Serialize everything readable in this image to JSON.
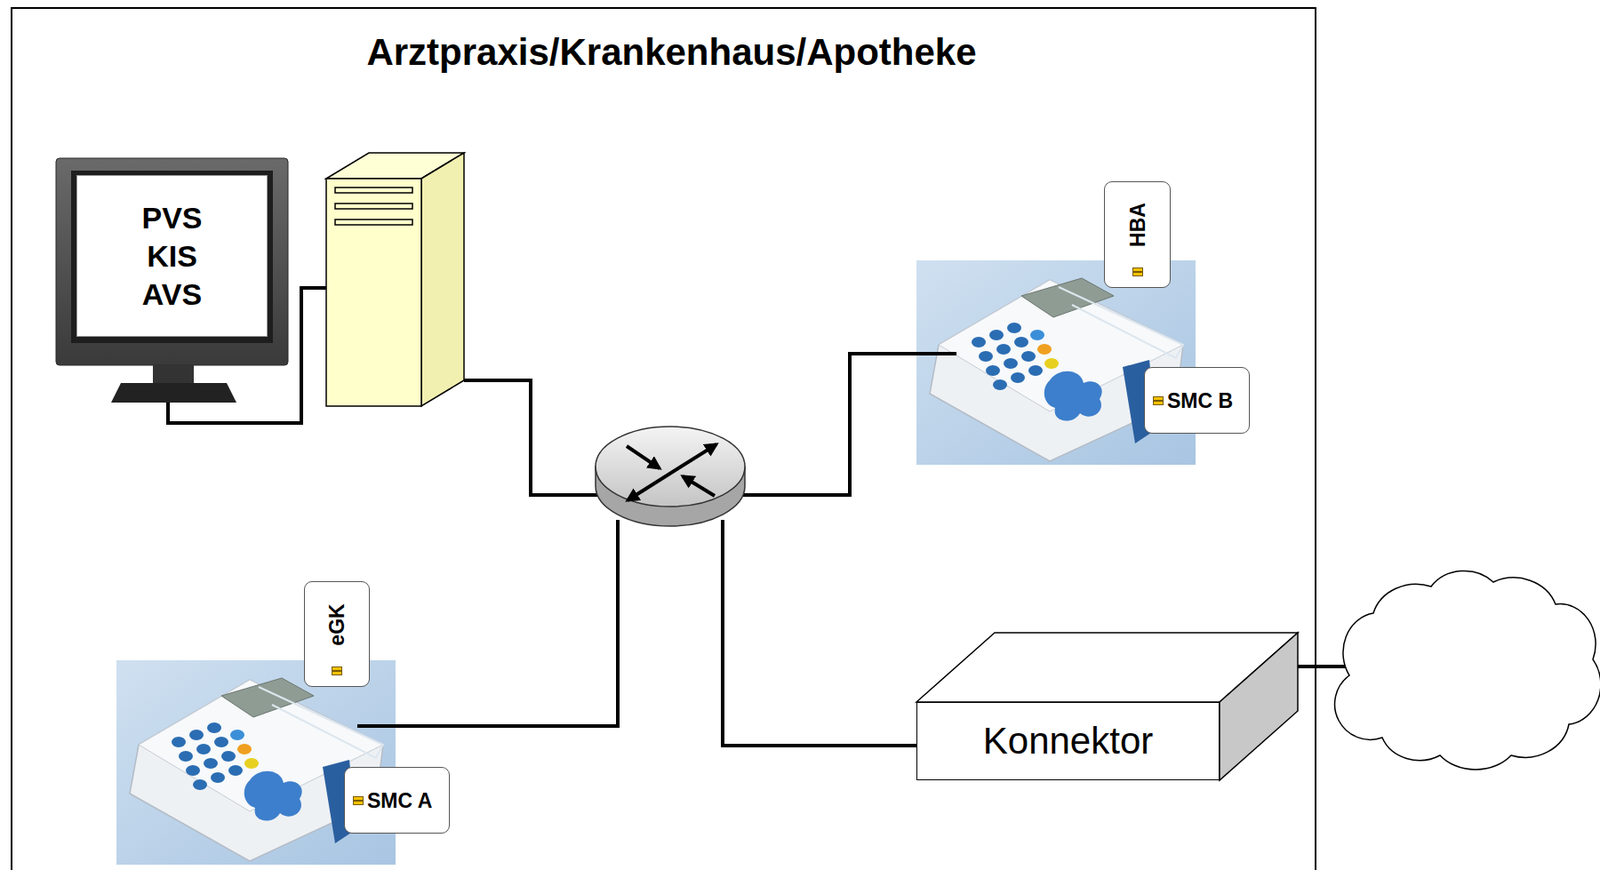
{
  "diagram": {
    "nodes": [
      {
        "text": [
          "Arztpraxis/Krankenhaus/Apotheke"
        ]
      },
      {
        "text": [
          "PVS",
          "KIS",
          "AVS"
        ],
        "in": 0
      },
      {
        "text": [
          "HBA"
        ],
        "in": 0
      },
      {
        "text": [
          "SMC B"
        ],
        "in": 0
      },
      {
        "text": [
          "eGK"
        ],
        "in": 0
      },
      {
        "text": [
          "SMC A"
        ],
        "in": 0
      },
      {
        "text": [
          "Konnektor"
        ],
        "in": 0
      }
    ]
  }
}
